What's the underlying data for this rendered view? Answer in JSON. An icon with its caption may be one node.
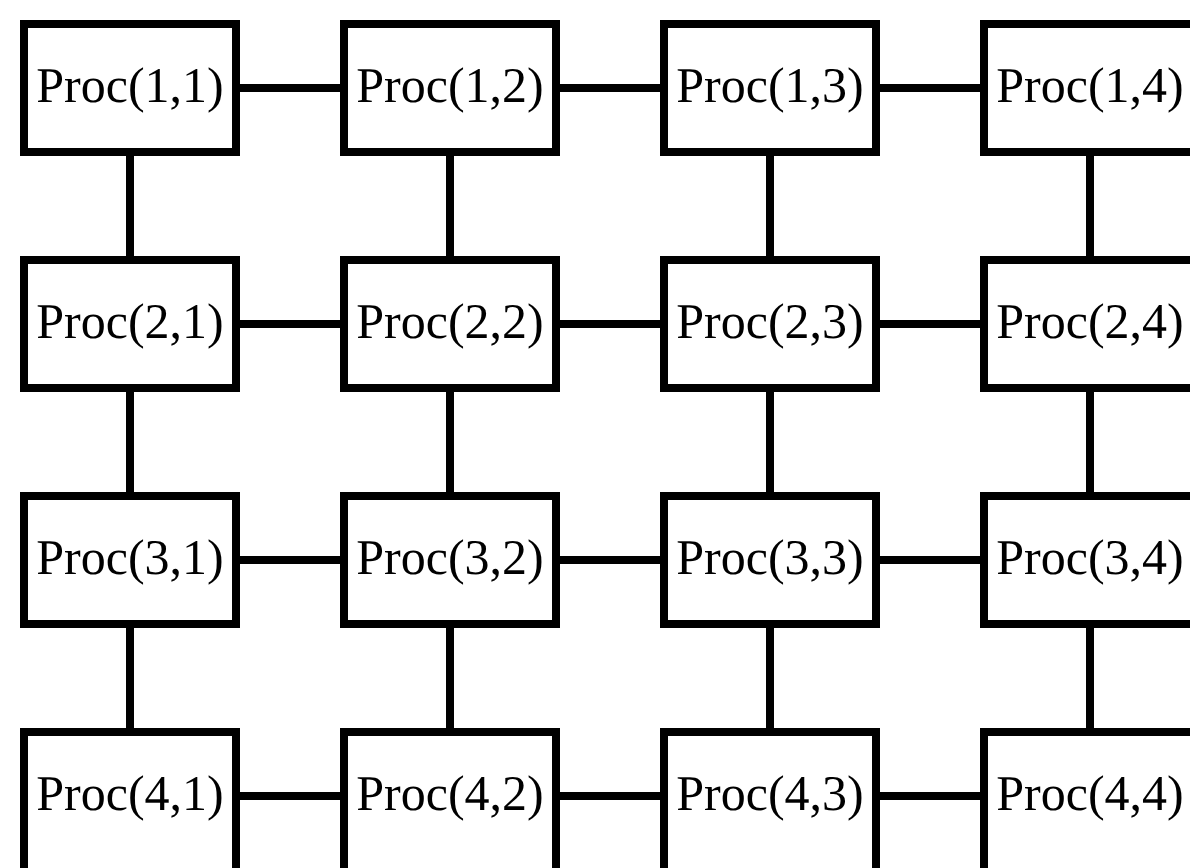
{
  "diagram": {
    "nodes": [
      {
        "text": [
          "Proc(1,1)"
        ]
      },
      {
        "text": [
          "Proc(1,2)"
        ]
      },
      {
        "text": [
          "Proc(1,3)"
        ]
      },
      {
        "text": [
          "Proc(1,4)"
        ]
      },
      {
        "text": [
          "Proc(2,1)"
        ]
      },
      {
        "text": [
          "Proc(2,2)"
        ]
      },
      {
        "text": [
          "Proc(2,3)"
        ]
      },
      {
        "text": [
          "Proc(2,4)"
        ]
      },
      {
        "text": [
          "Proc(3,1)"
        ]
      },
      {
        "text": [
          "Proc(3,2)"
        ]
      },
      {
        "text": [
          "Proc(3,3)"
        ]
      },
      {
        "text": [
          "Proc(3,4)"
        ]
      },
      {
        "text": [
          "Proc(4,1)"
        ]
      },
      {
        "text": [
          "Proc(4,2)"
        ]
      },
      {
        "text": [
          "Proc(4,3)"
        ]
      },
      {
        "text": [
          "Proc(4,4)"
        ]
      }
    ],
    "edges": [
      {
        "from": 0,
        "to": 1,
        "arrow": "none"
      },
      {
        "from": 1,
        "to": 2,
        "arrow": "none"
      },
      {
        "from": 2,
        "to": 3,
        "arrow": "none"
      },
      {
        "from": 0,
        "to": 4,
        "arrow": "none"
      },
      {
        "from": 1,
        "to": 5,
        "arrow": "none"
      },
      {
        "from": 2,
        "to": 6,
        "arrow": "none"
      },
      {
        "from": 3,
        "to": 7,
        "arrow": "none"
      },
      {
        "from": 4,
        "to": 5,
        "arrow": "none"
      },
      {
        "from": 5,
        "to": 6,
        "arrow": "none"
      },
      {
        "from": 6,
        "to": 7,
        "arrow": "none"
      },
      {
        "from": 4,
        "to": 8,
        "arrow": "none"
      },
      {
        "from": 5,
        "to": 9,
        "arrow": "none"
      },
      {
        "from": 6,
        "to": 10,
        "arrow": "none"
      },
      {
        "from": 7,
        "to": 11,
        "arrow": "none"
      },
      {
        "from": 8,
        "to": 9,
        "arrow": "none"
      },
      {
        "from": 9,
        "to": 10,
        "arrow": "none"
      },
      {
        "from": 10,
        "to": 11,
        "arrow": "none"
      },
      {
        "from": 8,
        "to": 12,
        "arrow": "none"
      },
      {
        "from": 9,
        "to": 13,
        "arrow": "none"
      },
      {
        "from": 10,
        "to": 14,
        "arrow": "none"
      },
      {
        "from": 11,
        "to": 15,
        "arrow": "none"
      },
      {
        "from": 12,
        "to": 13,
        "arrow": "none"
      },
      {
        "from": 13,
        "to": 14,
        "arrow": "none"
      },
      {
        "from": 14,
        "to": 15,
        "arrow": "none"
      }
    ]
  }
}
